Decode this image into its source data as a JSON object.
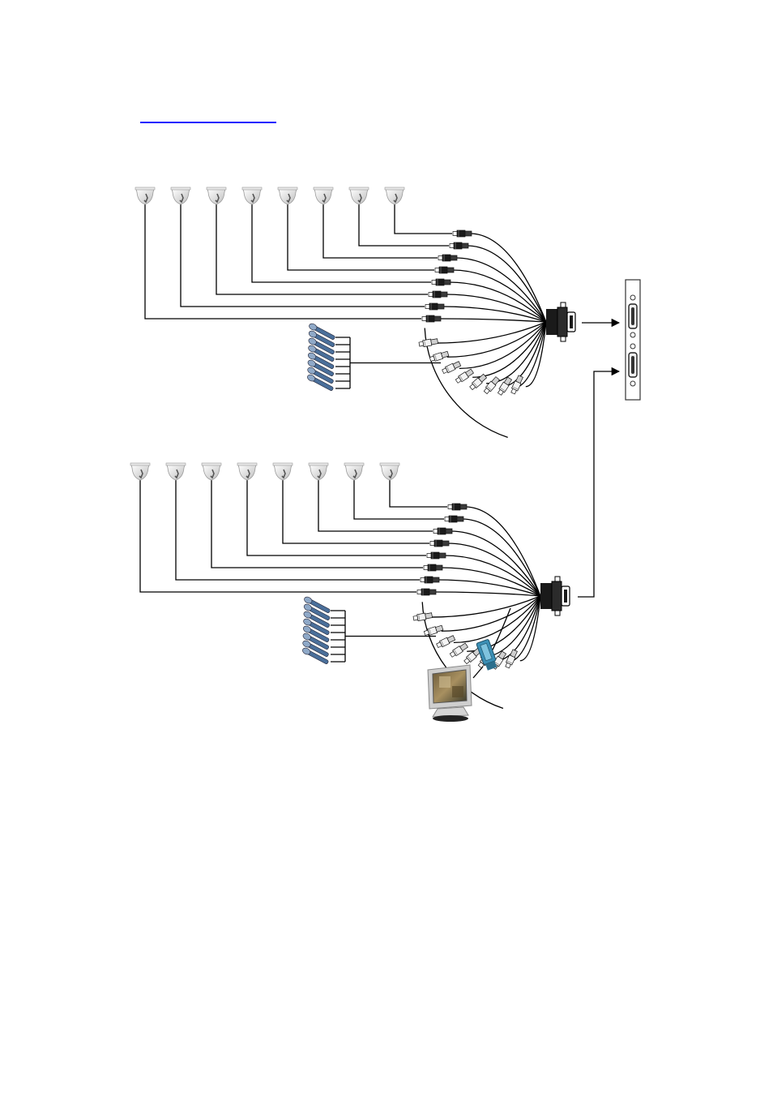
{
  "link": {
    "underline_color": "#1a1aff"
  },
  "colors": {
    "line": "#000000",
    "camera": "#d8d8d8",
    "camera_dark": "#555555",
    "mic": "#4a6f9a",
    "vga_adapter": "#3b8fb5",
    "monitor_frame": "#cfcfcf"
  },
  "groups": [
    {
      "name": "top-group",
      "camera_count": 8,
      "mic_count": 8
    },
    {
      "name": "bottom-group",
      "camera_count": 8,
      "mic_count": 8,
      "has_monitor": true
    }
  ],
  "icons": {
    "camera": "dome-camera-icon",
    "mic": "microphone-icon",
    "connector": "bnc-connector-icon",
    "dsub": "dsub-connector-icon",
    "card": "capture-card-icon",
    "monitor": "monitor-icon",
    "vga": "vga-adapter-icon"
  }
}
